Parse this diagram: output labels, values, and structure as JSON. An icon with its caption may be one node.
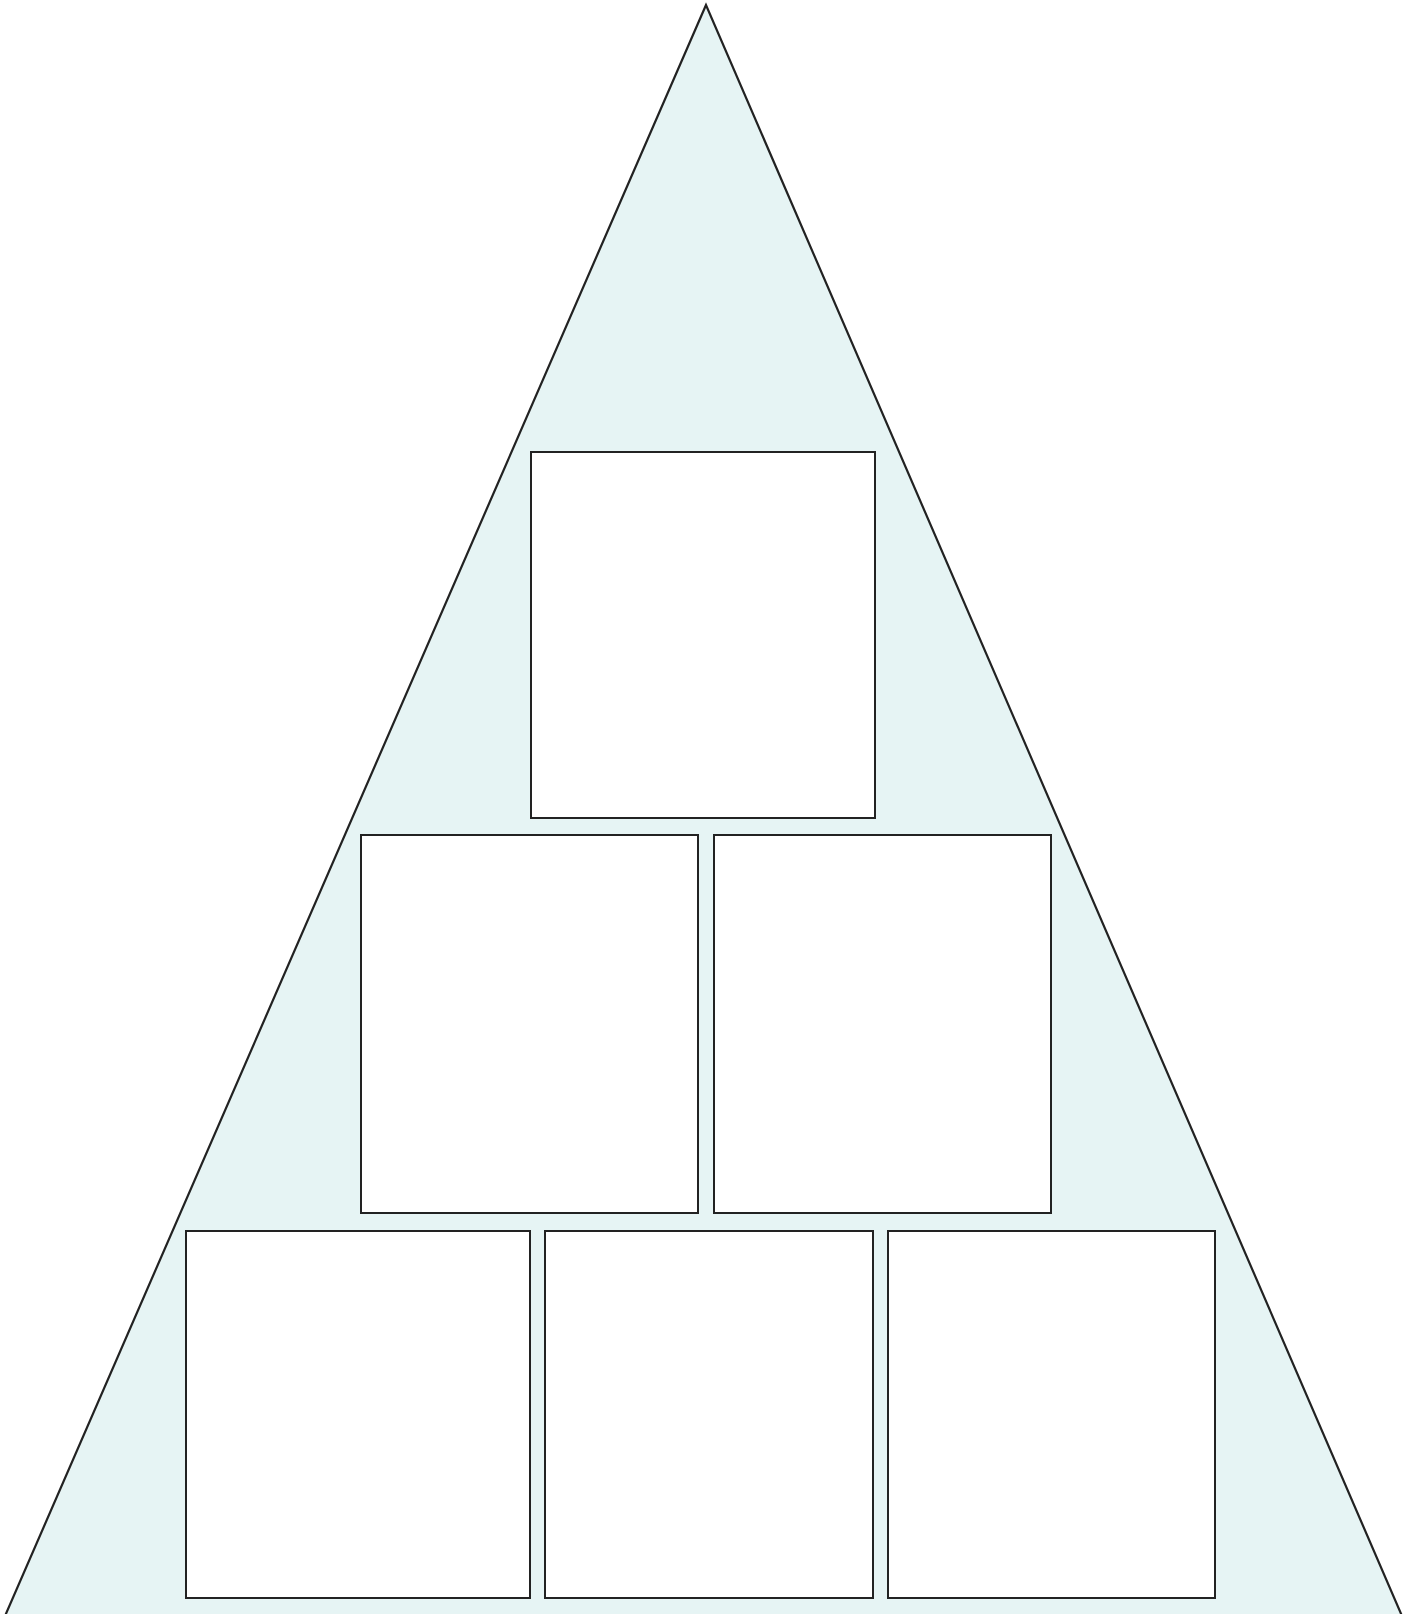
{
  "diagram": {
    "nodes": [
      {
        "text": [],
        "shape": "triangle"
      },
      {
        "text": [],
        "shape": "box",
        "in": 0
      },
      {
        "text": [],
        "shape": "box",
        "in": 0
      },
      {
        "text": [],
        "shape": "box",
        "in": 0
      },
      {
        "text": [],
        "shape": "box",
        "in": 0
      },
      {
        "text": [],
        "shape": "box",
        "in": 0
      },
      {
        "text": [],
        "shape": "box",
        "in": 0
      }
    ]
  }
}
